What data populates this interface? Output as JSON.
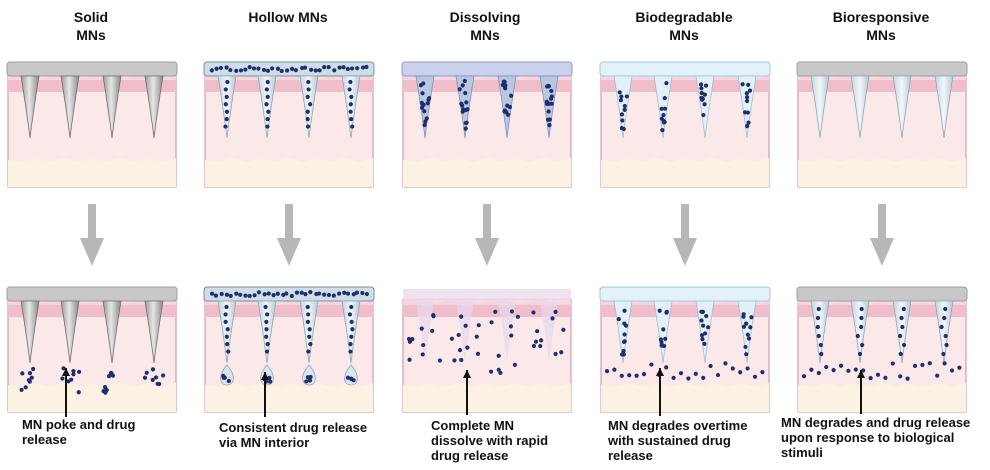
{
  "colors": {
    "skin_top": "#f6dbe3",
    "skin_band": "#f0bdcb",
    "dermis": "#fbe9ea",
    "subcut": "#fbf2e3",
    "border": "#c98b9c",
    "steel": "#c8c8c8",
    "glass": "#dfe8ee",
    "drug": "#1f2f6e",
    "arrow": "#b7b7b7"
  },
  "columns": [
    {
      "id": "solid",
      "title": "Solid\nMNs",
      "needle_style": "steel",
      "base_style": "steel",
      "caption": "MN poke and drug\nrelease",
      "after_state": "scattered-release"
    },
    {
      "id": "hollow",
      "title": "Hollow MNs",
      "needle_style": "glass",
      "base_style": "drug-reservoir",
      "caption": "Consistent drug release\nvia MN interior",
      "after_state": "tip-droplets"
    },
    {
      "id": "dissolving",
      "title": "Dissolving\nMNs",
      "needle_style": "drug-loaded",
      "base_style": "lavender",
      "caption": "Complete MN\ndissolve with rapid\ndrug release",
      "after_state": "dissolved"
    },
    {
      "id": "biodegradable",
      "title": "Biodegradable\nMNs",
      "needle_style": "drug-loaded-light",
      "base_style": "light-blue",
      "caption": "MN degrades overtime\nwith sustained drug\nrelease",
      "after_state": "degraded"
    },
    {
      "id": "bioresponsive",
      "title": "Bioresponsive\nMNs",
      "needle_style": "glass",
      "base_style": "steel",
      "caption": "MN degrades and drug release\nupon response to biological\nstimuli",
      "after_state": "stimuli-release"
    }
  ]
}
